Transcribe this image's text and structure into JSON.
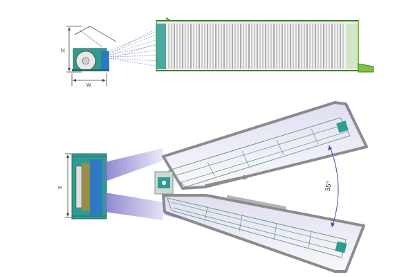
{
  "colors": {
    "frame_green": "#7cc242",
    "frame_dark": "#3f7f2a",
    "creel_line": "#9a9a9a",
    "creel_dark": "#555555",
    "teal": "#2e9c8f",
    "teal_dark": "#1e6f66",
    "blue_panel": "#2f78c2",
    "beam_purple": "#7a73c9",
    "rail_grey": "#8c8c8c",
    "rail_grey_light": "#b4b4b4",
    "frame_line": "#6f9e86",
    "dim_line": "#444444",
    "angle_arrow": "#3d4fa3"
  },
  "side_view": {
    "height_label": "H",
    "width_label": "W"
  },
  "top_view": {
    "height_label": "H",
    "angle_label": "35°"
  }
}
